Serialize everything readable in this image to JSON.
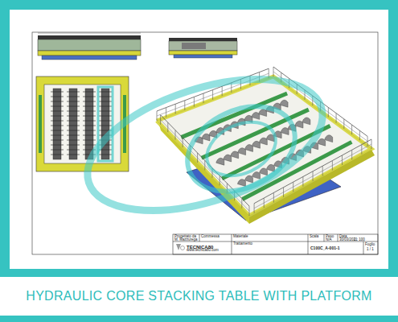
{
  "diagram": {
    "caption": "HYDRAULIC CORE STACKING TABLE WITH PLATFORM",
    "labels": [
      "Progettato da",
      "M. Mazzurega",
      "Commessa",
      "Materiale",
      "Trattamento",
      "Scala",
      "Peso",
      "Data",
      "1 : 100",
      "N/A",
      "30/03/2021",
      "TECNICA80",
      "www.tecnica80.com",
      "C100C_A-001-1",
      "Foglio",
      "1 / 1"
    ]
  }
}
